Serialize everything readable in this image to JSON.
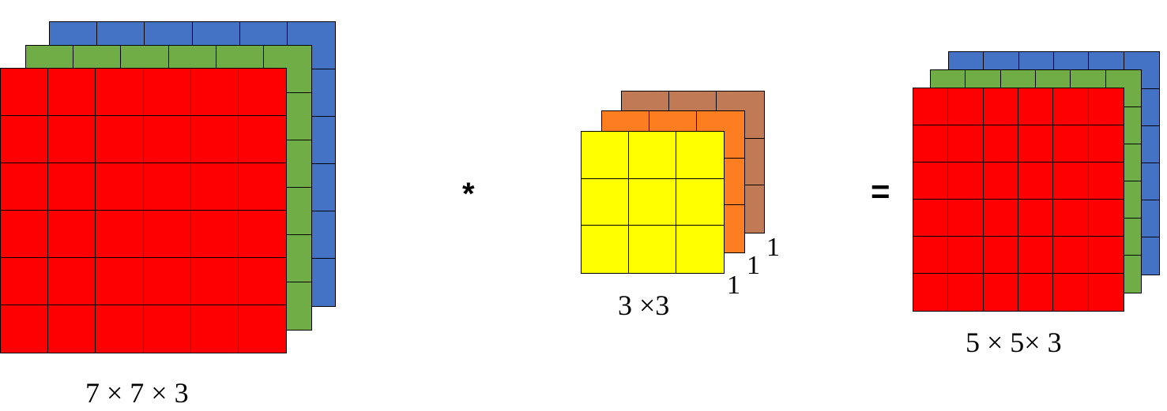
{
  "colors": {
    "input_red": "#ff0000",
    "input_green": "#70ad47",
    "input_blue": "#4472c4",
    "kernel_yellow": "#ffff00",
    "kernel_orange": "#fd7e21",
    "kernel_brown": "#c07a55",
    "outline": "#000000"
  },
  "input": {
    "label": "7 × 7 × 3",
    "cells_per_side": 6
  },
  "operator_convolve": "*",
  "kernel": {
    "label": "3 ×3",
    "cells_per_side": 3,
    "depth_labels": [
      "1",
      "1",
      "1"
    ]
  },
  "operator_equals": "=",
  "output": {
    "label": "5 × 5× 3",
    "cells_per_side": 6
  }
}
